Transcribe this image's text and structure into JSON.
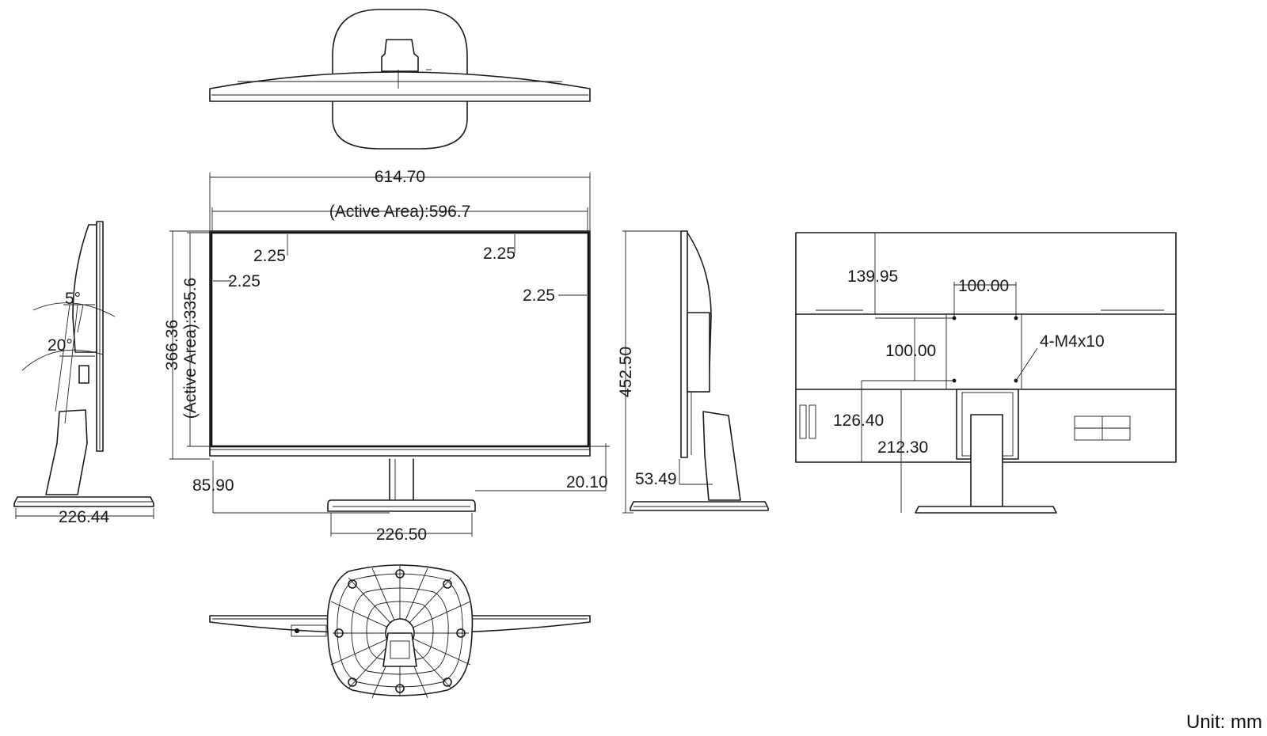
{
  "unit_label": "Unit: mm",
  "views": {
    "front": {
      "overall_width": "614.70",
      "active_width": "(Active Area):596.7",
      "bezel_top_left": "2.25",
      "bezel_top_right": "2.25",
      "bezel_left": "2.25",
      "bezel_right": "2.25",
      "overall_height": "366.36",
      "active_height": "(Active Area):335.6",
      "stand_left_offset": "85.90",
      "stand_right_offset": "20.10",
      "base_width": "226.50"
    },
    "side_left": {
      "tilt_forward": "5°",
      "tilt_back": "20°",
      "base_depth": "226.44"
    },
    "side_right": {
      "total_height": "452.50",
      "neck_depth": "53.49"
    },
    "rear": {
      "vesa_offset_x": "139.95",
      "vesa_spacing_h": "100.00",
      "vesa_spacing_v": "100.00",
      "screw_spec": "4-M4x10",
      "vesa_height": "126.40",
      "vesa_center": "212.30"
    }
  }
}
